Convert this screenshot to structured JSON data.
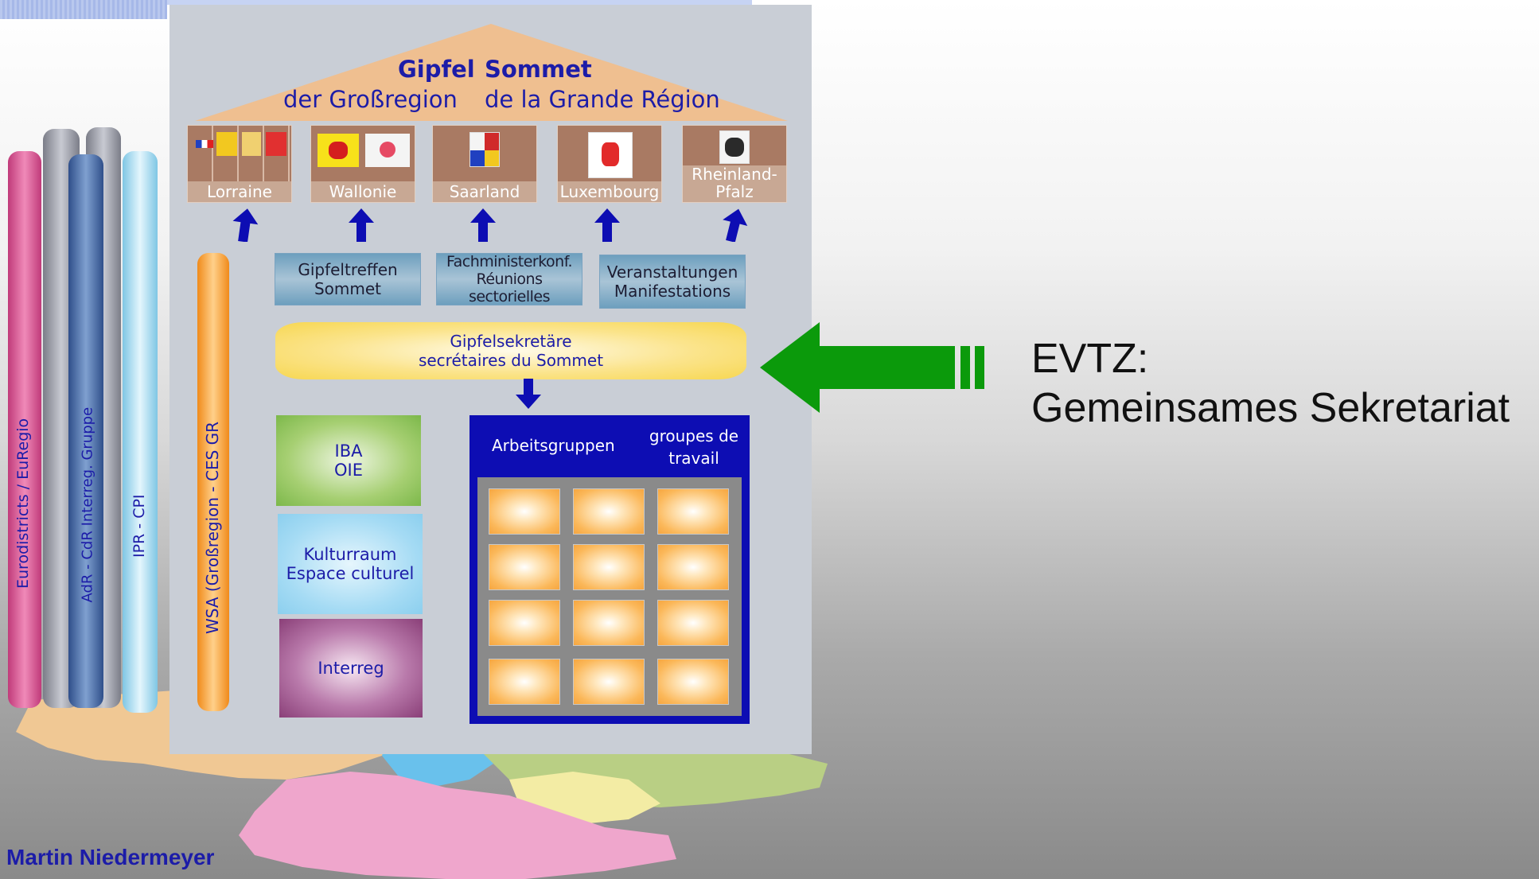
{
  "roof": {
    "title_de": "Gipfel",
    "title_fr": "Sommet",
    "subtitle_de": "der Großregion",
    "subtitle_fr": "de la Grande Région"
  },
  "regions": [
    "Lorraine",
    "Wallonie",
    "Saarland",
    "Luxembourg",
    "Rheinland-Pfalz"
  ],
  "boxes": {
    "gipfeltreffen": {
      "line1": "Gipfeltreffen",
      "line2": "Sommet"
    },
    "fachminister": {
      "line1": "Fachministerkonf.",
      "line2": "Réunions sectorielles"
    },
    "veranstaltungen": {
      "line1": "Veranstaltungen",
      "line2": "Manifestations"
    }
  },
  "secretariat": {
    "line1": "Gipfelsekretäre",
    "line2": "secrétaires du Sommet"
  },
  "side_boxes": {
    "iba": {
      "line1": "IBA",
      "line2": "OIE"
    },
    "kultur": {
      "line1": "Kulturraum",
      "line2": "Espace culturel"
    },
    "interreg": {
      "line1": "Interreg"
    }
  },
  "working_groups": {
    "label_de": "Arbeitsgruppen",
    "label_fr": "groupes de travail"
  },
  "pillars": {
    "eurodistricts": "Eurodistricts / EuRegio",
    "adr": "AdR - CdR Interreg. Gruppe",
    "ipr": "IPR - CPI",
    "wsa": "WSA (Großregion - CES GR"
  },
  "annotation": {
    "line1": "EVTZ:",
    "line2": "Gemeinsames Sekretariat"
  },
  "author": "Martin Niedermeyer",
  "colors": {
    "panel": "#c9ced6",
    "roof": "#efbf90",
    "region": "#a97a63",
    "text_blue": "#1c1ca8",
    "arrow_green": "#0b9a0b",
    "work_blue": "#0d0db3",
    "pillar_pink": "#e35c98",
    "pillar_gray": "#9a9ca6",
    "pillar_blue": "#4a6ea8",
    "pillar_lightblue": "#a9dcef",
    "pillar_orange": "#f9a93a",
    "map_orange": "#f0c894",
    "map_blue": "#69c1ec",
    "map_green": "#b9cf84",
    "map_yellow": "#f3eca4",
    "map_pink": "#efa6cc"
  },
  "icons": [
    "up-arrow-icon",
    "down-arrow-icon",
    "left-arrow-icon",
    "flag-icon"
  ]
}
